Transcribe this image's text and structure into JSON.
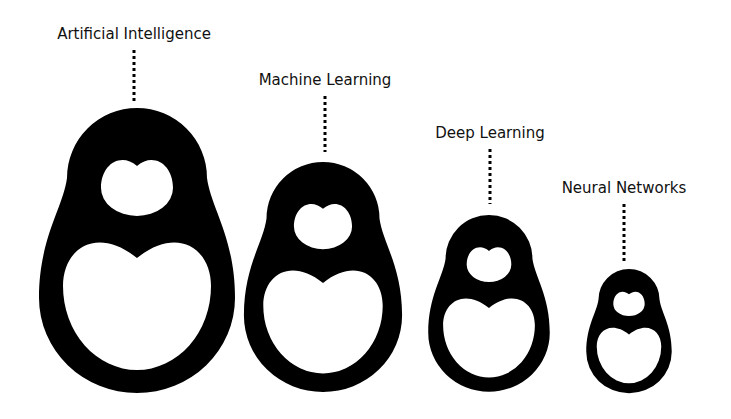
{
  "diagram": {
    "labels": [
      "Artificial Intelligence",
      "Machine Learning",
      "Deep Learning",
      "Neural Networks"
    ]
  }
}
